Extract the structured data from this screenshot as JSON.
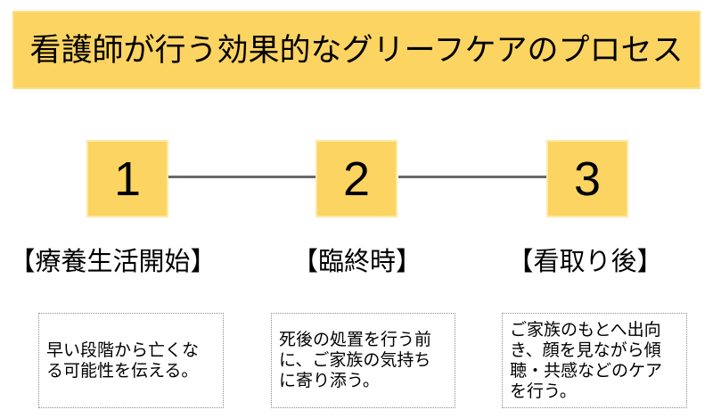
{
  "title": "看護師が行う効果的なグリーフケアのプロセス",
  "steps": [
    {
      "number": "1",
      "label": "【療養生活開始】",
      "description": "早い段階から亡くな\nる可能性を伝える。"
    },
    {
      "number": "2",
      "label": "【臨終時】",
      "description": "死後の処置を行う前\nに、ご家族の気持ち\nに寄り添う。"
    },
    {
      "number": "3",
      "label": "【看取り後】",
      "description": "ご家族のもとへ出向\nき、顔を見ながら傾\n聴・共感などのケア\nを行う。"
    }
  ],
  "colors": {
    "accent_yellow": "#FCD462",
    "box_highlight_border": "#FEE9A5",
    "connector_gray": "#6A6A6A",
    "dashed_border_gray": "#8C8C8C",
    "text_black": "#000000",
    "background_white": "#FFFFFF"
  }
}
